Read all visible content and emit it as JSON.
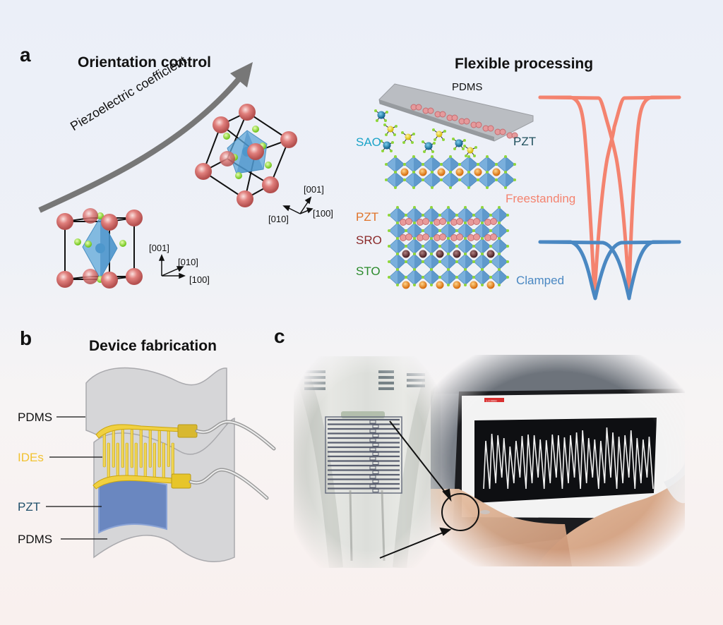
{
  "panel_a": {
    "letter": "a",
    "left_title": "Orientation control",
    "arrow_label": "Piezoelectric coefficient",
    "crystal1_axes": {
      "up": "[001]",
      "diag": "[010]",
      "right": "[100]"
    },
    "crystal2_axes": {
      "up": "[001]",
      "left": "[010]",
      "right": "[100]"
    },
    "right_title": "Flexible processing",
    "layers": {
      "pdms": "PDMS",
      "sao": "SAO",
      "pzt_top": "PZT",
      "pzt": "PZT",
      "sro": "SRO",
      "sto": "STO"
    },
    "curves": {
      "freestanding": "Freestanding",
      "clamped": "Clamped"
    },
    "colors": {
      "freestanding": "#f4836f",
      "clamped": "#4a88c2",
      "sao": "#1aa3c8",
      "pzt_top": "#1f4f5c",
      "pzt": "#e0742a",
      "sro": "#8b2a2a",
      "sto": "#2a8a2a",
      "ides": "#f2c230",
      "pzt_b": "#1f4f6a"
    }
  },
  "panel_b": {
    "letter": "b",
    "title": "Device fabrication",
    "labels": {
      "pdms_top": "PDMS",
      "ides": "IDEs",
      "pzt": "PZT",
      "pdms_bottom": "PDMS"
    }
  },
  "panel_c": {
    "letter": "c",
    "screen_tab_label": "1.2.0000"
  }
}
